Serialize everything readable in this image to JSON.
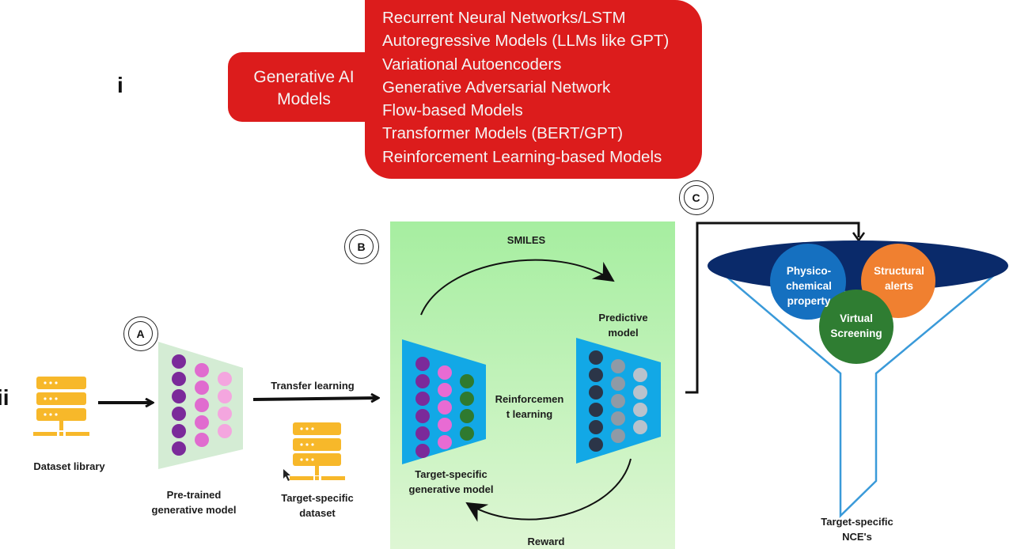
{
  "section_i": {
    "numeral": "i",
    "category_label": "Generative AI Models",
    "category_lines": [
      "Generative AI",
      "Models"
    ],
    "models": [
      "Recurrent Neural Networks/LSTM",
      "Autoregressive Models (LLMs like GPT)",
      "Variational Autoencoders",
      "Generative Adversarial Network",
      "Flow-based Models",
      "Transformer Models (BERT/GPT)",
      "Reinforcement Learning-based Models"
    ],
    "box_color": "#dc1c1c"
  },
  "section_ii": {
    "numeral": "ii",
    "steps": {
      "A": {
        "badge": "A",
        "dataset_library_label": "Dataset library",
        "pretrained_label_lines": [
          "Pre-trained",
          "generative model"
        ],
        "transfer_label": "Transfer learning",
        "target_dataset_label_lines": [
          "Target-specific",
          "dataset"
        ],
        "layer_node_counts": [
          6,
          5,
          4
        ],
        "layer_colors": [
          "#7b2a9a",
          "#e06ccf",
          "#f4a6df"
        ]
      },
      "B": {
        "badge": "B",
        "smiles_label": "SMILES",
        "predictive_label_lines": [
          "Predictive",
          "model"
        ],
        "rl_label_lines": [
          "Reinforcemen",
          "t learning"
        ],
        "target_generative_label_lines": [
          "Target-specific",
          "generative model"
        ],
        "reward_label": "Reward",
        "generative_layer_node_counts": [
          6,
          5,
          4
        ],
        "generative_layer_colors": [
          "#7b2a9a",
          "#e86bd3",
          "#2f7a2f"
        ],
        "predictive_layer_node_counts": [
          6,
          5,
          4
        ],
        "predictive_layer_colors": [
          "#2b3548",
          "#8f9aa6",
          "#b9c2cc"
        ],
        "panel_color": "#a6eea0",
        "model_shape_color": "#12a8e6"
      },
      "C": {
        "badge": "C",
        "filters": [
          {
            "label_lines": [
              "Physico-",
              "chemical",
              "property"
            ],
            "color": "#1570c0"
          },
          {
            "label_lines": [
              "Structural",
              "alerts"
            ],
            "color": "#f08030"
          },
          {
            "label_lines": [
              "Virtual",
              "Screening"
            ],
            "color": "#2f7d32"
          }
        ],
        "output_label_lines": [
          "Target-specific",
          "NCE's"
        ],
        "funnel_top_color": "#0a2a6a",
        "funnel_outline_color": "#3a9ad9"
      }
    },
    "icon_color": "#f7b82a"
  }
}
